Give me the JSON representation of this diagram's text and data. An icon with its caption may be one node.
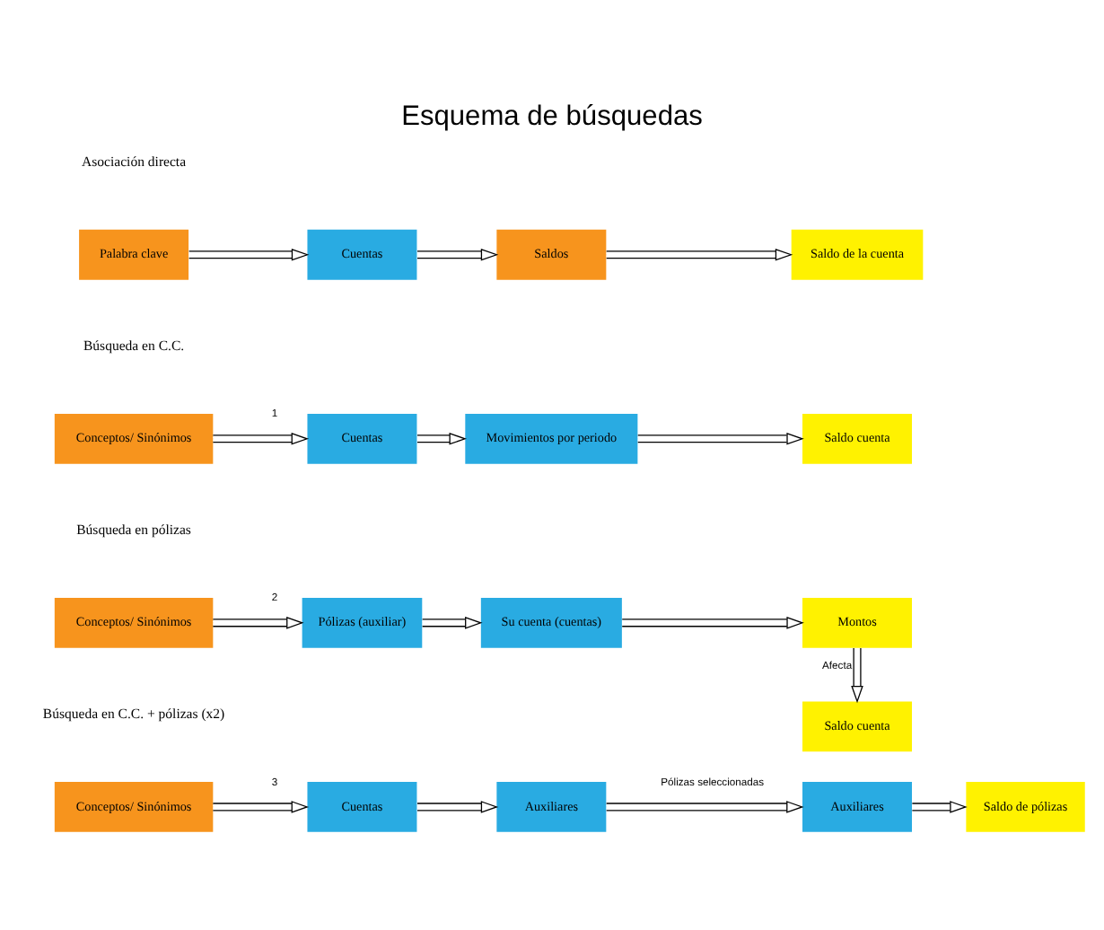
{
  "diagram": {
    "title": "Esquema de búsquedas",
    "nodes": [
      {
        "text": [
          "Palabra clave"
        ]
      },
      {
        "text": [
          "Cuentas"
        ]
      },
      {
        "text": [
          "Saldos"
        ]
      },
      {
        "text": [
          "Saldo de la cuenta"
        ]
      },
      {
        "text": [
          "Conceptos/ Sinónimos"
        ]
      },
      {
        "text": [
          "Cuentas"
        ]
      },
      {
        "text": [
          "Movimientos por periodo"
        ]
      },
      {
        "text": [
          "Saldo cuenta"
        ]
      },
      {
        "text": [
          "Conceptos/ Sinónimos"
        ]
      },
      {
        "text": [
          "Pólizas (auxiliar)"
        ]
      },
      {
        "text": [
          "Su cuenta (cuentas)"
        ]
      },
      {
        "text": [
          "Montos"
        ]
      },
      {
        "text": [
          "Saldo cuenta"
        ]
      },
      {
        "text": [
          "Conceptos/ Sinónimos"
        ]
      },
      {
        "text": [
          "Cuentas"
        ]
      },
      {
        "text": [
          "Auxiliares"
        ]
      },
      {
        "text": [
          "Auxiliares"
        ]
      },
      {
        "text": [
          "Saldo de pólizas"
        ]
      }
    ],
    "edges": [
      {
        "from": 0,
        "to": 1,
        "arrow": "to"
      },
      {
        "from": 1,
        "to": 2,
        "arrow": "to"
      },
      {
        "from": 2,
        "to": 3,
        "arrow": "to"
      },
      {
        "from": 4,
        "to": 5,
        "arrow": "to",
        "label": "1"
      },
      {
        "from": 5,
        "to": 6,
        "arrow": "to"
      },
      {
        "from": 6,
        "to": 7,
        "arrow": "to"
      },
      {
        "from": 8,
        "to": 9,
        "arrow": "to",
        "label": "2"
      },
      {
        "from": 9,
        "to": 10,
        "arrow": "to"
      },
      {
        "from": 10,
        "to": 11,
        "arrow": "to"
      },
      {
        "from": 11,
        "to": 12,
        "arrow": "to",
        "label": "Afecta"
      },
      {
        "from": 13,
        "to": 14,
        "arrow": "to",
        "label": "3"
      },
      {
        "from": 14,
        "to": 15,
        "arrow": "to"
      },
      {
        "from": 15,
        "to": 16,
        "arrow": "to",
        "label": "Pólizas seleccionadas"
      },
      {
        "from": 16,
        "to": 17,
        "arrow": "to"
      }
    ],
    "labels": [
      "Asociación directa",
      "Búsqueda en C.C.",
      "Búsqueda en pólizas",
      "Búsqueda en C.C. + pólizas (x2)"
    ]
  }
}
